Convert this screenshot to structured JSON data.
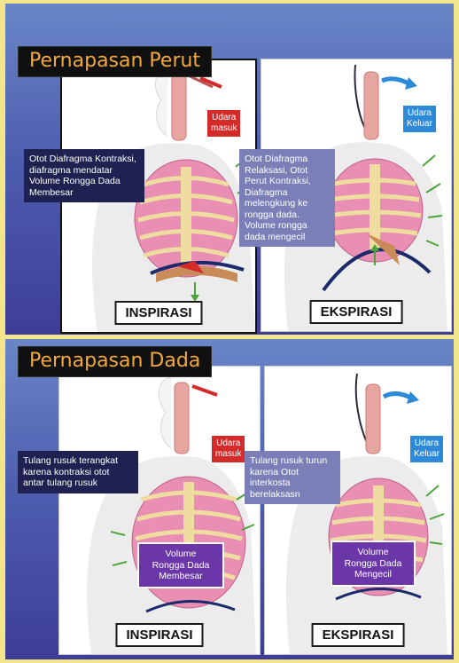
{
  "panels": [
    {
      "title": "Pernapasan Perut",
      "inspirasi": {
        "caption": "INSPIRASI",
        "air_label": "Udara\nmasuk",
        "note": "Otot Diafragma Kontraksi, diafragma mendatar Volume Rongga Dada Membesar"
      },
      "ekspirasi": {
        "caption": "EKSPIRASI",
        "air_label": "Udara\nKeluar",
        "note": "Otot Diafragma Relaksasi, Otot Perut Kontraksi, Diafragma melengkung ke rongga dada. Volume rongga dada mengecil"
      }
    },
    {
      "title": "Pernapasan Dada",
      "inspirasi": {
        "caption": "INSPIRASI",
        "air_label": "Udara\nmasuk",
        "note": "Tulang rusuk terangkat karena kontraksi otot antar tulang rusuk",
        "volume": "Volume\nRongga Dada\nMembesar"
      },
      "ekspirasi": {
        "caption": "EKSPIRASI",
        "air_label": "Udara\nKeluar",
        "note": "Tulang rusuk turun karena Otot  interkosta berelaksasn",
        "volume": "Volume\nRongga Dada\nMengecil"
      }
    }
  ],
  "colors": {
    "page_background": "#f2e58c",
    "panel_gradient_top": "#6a86c8",
    "panel_gradient_bottom": "#3e3d96",
    "title_text": "#f3a93a",
    "title_background": "#101010",
    "inhale_label": "#d42a2a",
    "exhale_label": "#2d8ad8",
    "lung": "#e98fb4",
    "rib": "#eedca0",
    "diaphragm_line": "#1b2a6b",
    "arrow_green": "#4ea43a",
    "note_dark": "#1f2250",
    "note_grey": "#7b7fb8",
    "volume_box": "#6a36a8"
  },
  "icons": [
    "inhale-arrow-icon",
    "exhale-arrow-icon",
    "rib-movement-arrow-icon",
    "diaphragm-push-arrow-icon",
    "lungs-illustration",
    "torso-silhouette"
  ]
}
